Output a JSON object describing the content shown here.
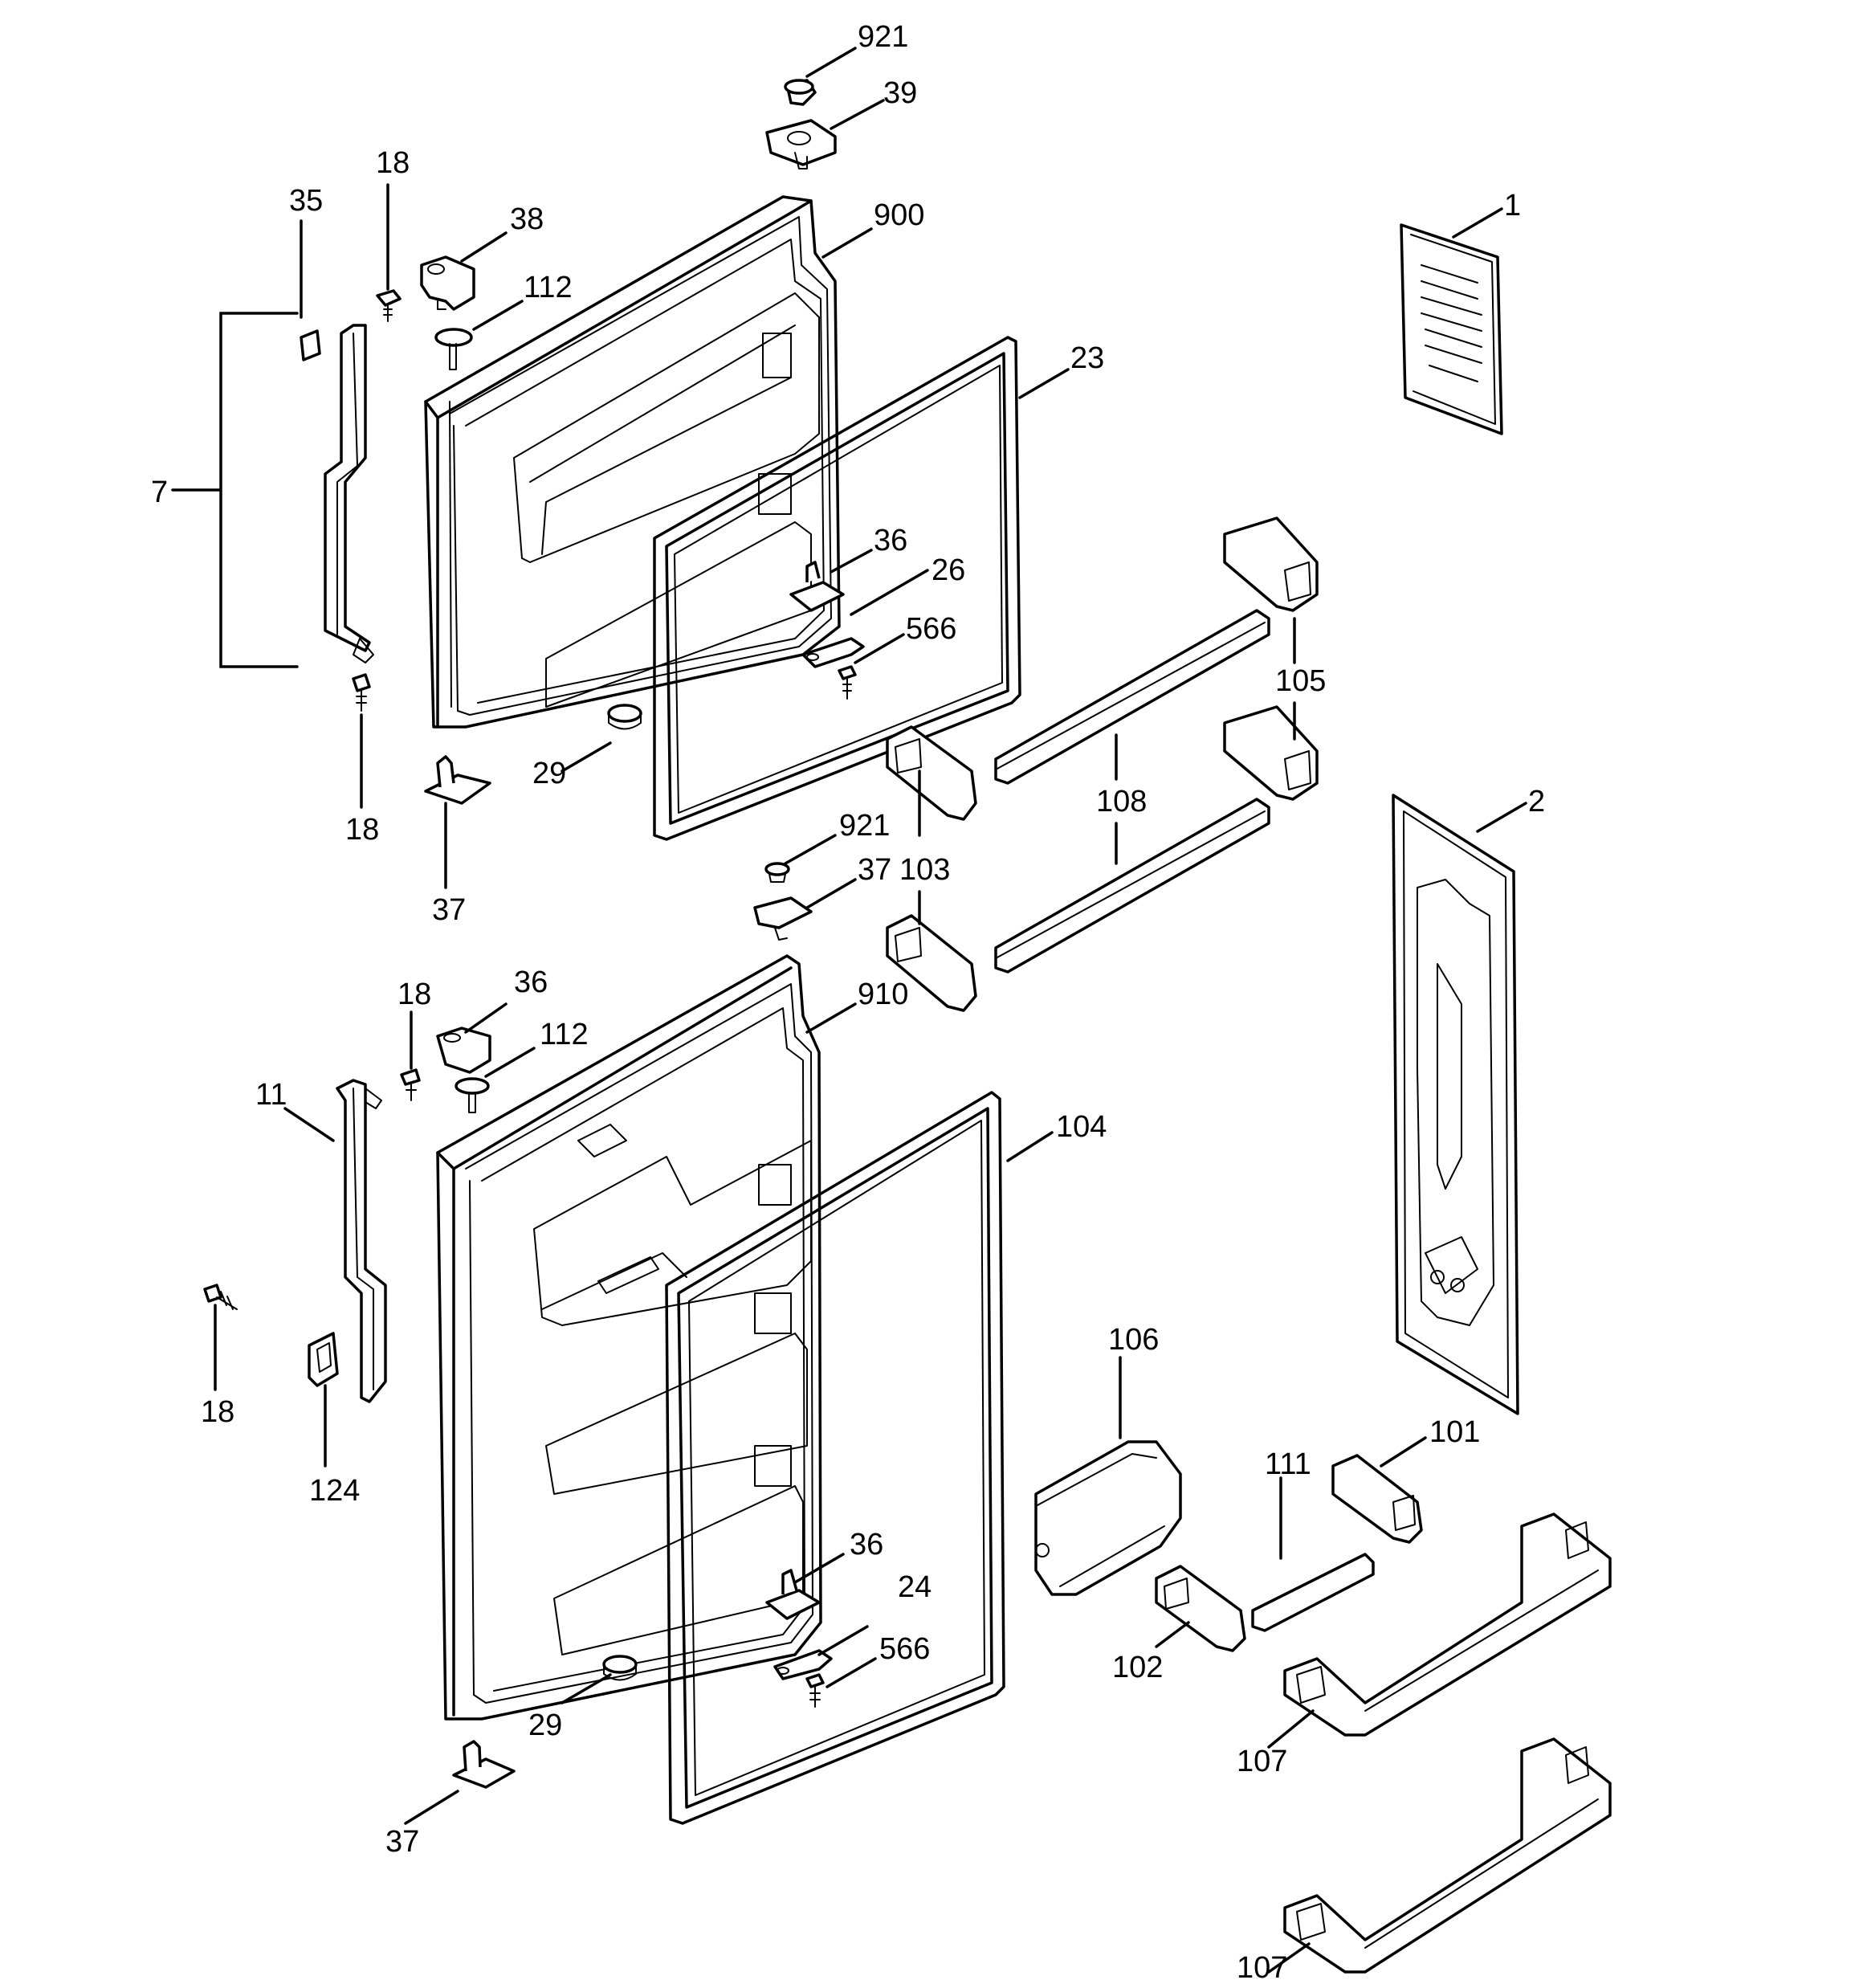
{
  "callouts": {
    "c921a": "921",
    "c39": "39",
    "c900": "900",
    "c1": "1",
    "c18a": "18",
    "c35": "35",
    "c38a": "38",
    "c112a": "112",
    "c23": "23",
    "c7": "7",
    "c36a": "36",
    "c26": "26",
    "c566a": "566",
    "c105": "105",
    "c18b": "18",
    "c29a": "29",
    "c37a": "37",
    "c108": "108",
    "c2": "2",
    "c921b": "921",
    "c37b": "37",
    "c103": "103",
    "c18c": "18",
    "c36b": "36",
    "c910": "910",
    "c112b": "112",
    "c11": "11",
    "c104": "104",
    "c18d": "18",
    "c124": "124",
    "c106": "106",
    "c101": "101",
    "c111": "111",
    "c36c": "36",
    "c24": "24",
    "c566b": "566",
    "c102": "102",
    "c29b": "29",
    "c107a": "107",
    "c37c": "37",
    "c107b": "107"
  }
}
